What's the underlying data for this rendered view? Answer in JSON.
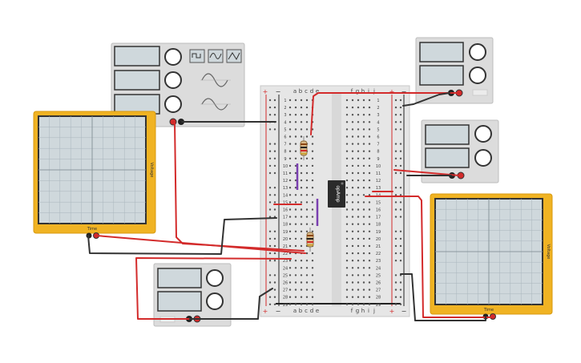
{
  "board": {
    "column_labels_left": [
      "a",
      "b",
      "c",
      "d",
      "e"
    ],
    "column_labels_right": [
      "f",
      "g",
      "h",
      "i",
      "j"
    ],
    "row_numbers": [
      "1",
      "2",
      "3",
      "4",
      "5",
      "6",
      "7",
      "8",
      "9",
      "10",
      "11",
      "12",
      "13",
      "14",
      "15",
      "16",
      "17",
      "18",
      "19",
      "20",
      "21",
      "22",
      "23",
      "24",
      "25",
      "26",
      "27",
      "28",
      "29"
    ],
    "plus_sign": "+",
    "minus_sign": "−",
    "chip_label": "opAmp"
  },
  "oscilloscope_left": {
    "y_label": "Voltage",
    "x_label": "Time",
    "frame_color": "#f0b323"
  },
  "oscilloscope_right": {
    "y_label": "Voltage",
    "x_label": "Time",
    "frame_color": "#f0b323"
  },
  "function_generator": {
    "wave_buttons": [
      "square-wave-icon",
      "triangle-wave-icon",
      "sine-wave-icon"
    ]
  },
  "power_supplies": [
    {
      "id": "top-right"
    },
    {
      "id": "middle-right"
    },
    {
      "id": "bottom-left"
    }
  ],
  "colors": {
    "wire_red": "#d32b2b",
    "wire_black": "#333333",
    "wire_purple": "#7a3fb0",
    "panel_gray": "#dcdcdc",
    "display_gray": "#cfd8dc",
    "board_gray": "#e6e6e6"
  }
}
